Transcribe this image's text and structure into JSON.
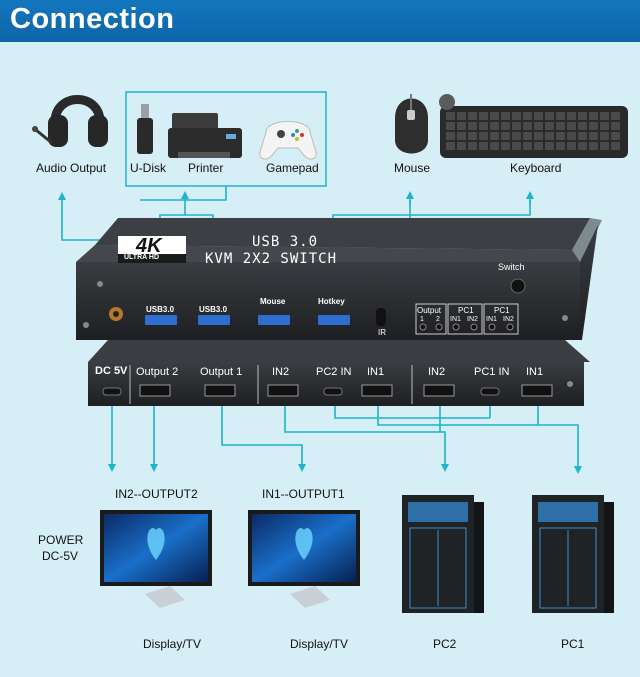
{
  "header": {
    "title": "Connection"
  },
  "peripherals": {
    "audio": "Audio Output",
    "udisk": "U-Disk",
    "printer": "Printer",
    "gamepad": "Gamepad",
    "mouse": "Mouse",
    "keyboard": "Keyboard"
  },
  "top_device": {
    "badge_main": "4K",
    "badge_sub": "ULTRA HD",
    "line1": "USB 3.0",
    "line2": "KVM 2X2 SWITCH",
    "switch_label": "Switch",
    "usb1": "USB3.0",
    "usb2": "USB3.0",
    "mouse_port": "Mouse",
    "hotkey_port": "Hotkey",
    "ir": "IR",
    "output_box": "Output",
    "output_1": "1",
    "output_2": "2",
    "pc1_box_a": "PC1",
    "pc1_box_b": "PC1",
    "in1": "IN1",
    "in2": "IN2"
  },
  "bottom_device": {
    "dc": "DC 5V",
    "output2": "Output 2",
    "output1": "Output 1",
    "in2_a": "IN2",
    "pc2in": "PC2 IN",
    "in1_a": "IN1",
    "in2_b": "IN2",
    "pc1in": "PC1 IN",
    "in1_b": "IN1"
  },
  "bottom_labels": {
    "power1": "POWER",
    "power2": "DC-5V",
    "map2": "IN2--OUTPUT2",
    "map1": "IN1--OUTPUT1",
    "display_a": "Display/TV",
    "display_b": "Display/TV",
    "pc2": "PC2",
    "pc1": "PC1"
  },
  "colors": {
    "header": "#1377bd",
    "line": "#1fb3cc",
    "background": "#d6eef6",
    "device": "#2b2e31"
  }
}
